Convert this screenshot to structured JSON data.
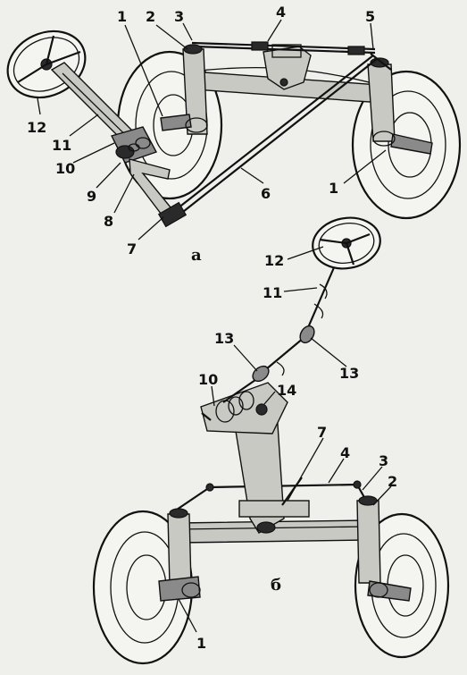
{
  "diagram": {
    "top": {
      "caption": "а",
      "labels": {
        "l1a": "1",
        "l2": "2",
        "l3": "3",
        "l4": "4",
        "l5": "5",
        "l12": "12",
        "l11": "11",
        "l10": "10",
        "l9": "9",
        "l8": "8",
        "l7": "7",
        "l6": "6",
        "l1b": "1"
      }
    },
    "bottom": {
      "caption": "б",
      "labels": {
        "l12": "12",
        "l11": "11",
        "l13a": "13",
        "l13b": "13",
        "l10": "10",
        "l14": "14",
        "l7": "7",
        "l4": "4",
        "l3": "3",
        "l2": "2",
        "l1": "1"
      }
    }
  }
}
